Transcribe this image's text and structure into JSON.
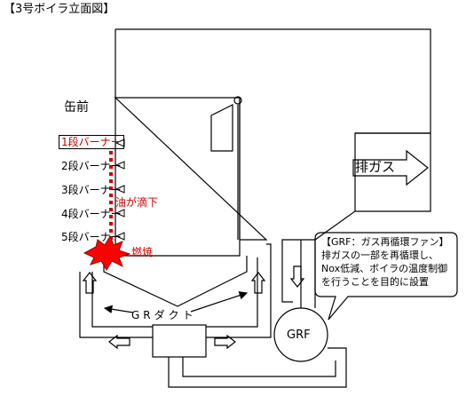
{
  "title": "【3号ボイラ立面図】",
  "front_label": "缶前",
  "burners": [
    "1段バーナー",
    "2段バーナー",
    "3段バーナー",
    "4段バーナー",
    "5段バーナー"
  ],
  "oil_drip_label": "油が滴下",
  "combustion_label": "燃焼",
  "exhaust_label": "排ガス",
  "gr_duct_label": "GRダクト",
  "grf_label": "GRF",
  "callout": {
    "title": "【GRF：ガス再循環ファン】",
    "lines": [
      "排ガスの一部を再循環し、",
      "Nox低減、ボイラの温度制御",
      "を行うことを目的に設置"
    ]
  },
  "colors": {
    "highlight": "#cc0000",
    "line": "#000000"
  }
}
